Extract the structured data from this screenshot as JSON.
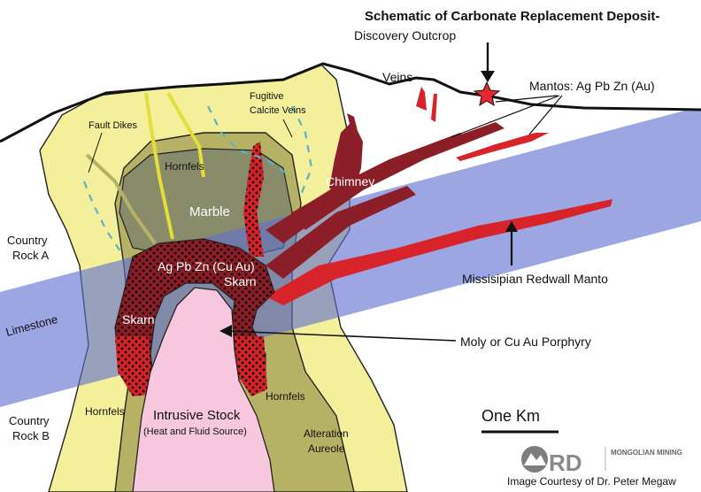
{
  "title": {
    "heading": "Schematic of Carbonate Replacement Deposit-",
    "subheading": "Discovery Outcrop"
  },
  "labels": {
    "veins": "Veins",
    "mantos": "Mantos: Ag Pb Zn (Au)",
    "fault_dikes": "Fault Dikes",
    "fugitive_1": "Fugitive",
    "fugitive_2": "Calcite Veins",
    "hornfels_top": "Hornfels",
    "marble": "Marble",
    "chimney": "Chimney",
    "country_a_1": "Country",
    "country_a_2": "Rock A",
    "limestone": "Limestone",
    "skarn_main_1": "Ag Pb Zn (Cu Au)",
    "skarn_main_2": "Skarn",
    "skarn_left": "Skarn",
    "redwall": "Missisipian Redwall Manto",
    "porphyry": "Moly or Cu Au Porphyry",
    "hornfels_right": "Hornfels",
    "hornfels_left": "Hornfels",
    "intrusive_1": "Intrusive Stock",
    "intrusive_2": "(Heat and Fluid Source)",
    "scale": "One Km",
    "country_b_1": "Country",
    "country_b_2": "Rock B",
    "alteration_1": "Alteration",
    "alteration_2": "Aureole"
  },
  "credit": {
    "logo": "RD",
    "company": "MONGOLIAN MINING",
    "courtesy": "Image Courtesy of Dr. Peter Megaw"
  },
  "colors": {
    "country_rock": "#ffffff",
    "limestone_band": "#5f6fd0",
    "alteration_aureole": "#f3ef9a",
    "hornfels": "#b6b265",
    "marble": "#888c6b",
    "skarn": "#8b1e26",
    "ore_red": "#d8232a",
    "intrusive": "#f7c8dd",
    "calcite_veins": "#56b3c8",
    "discovery_star": "#e8262d"
  }
}
